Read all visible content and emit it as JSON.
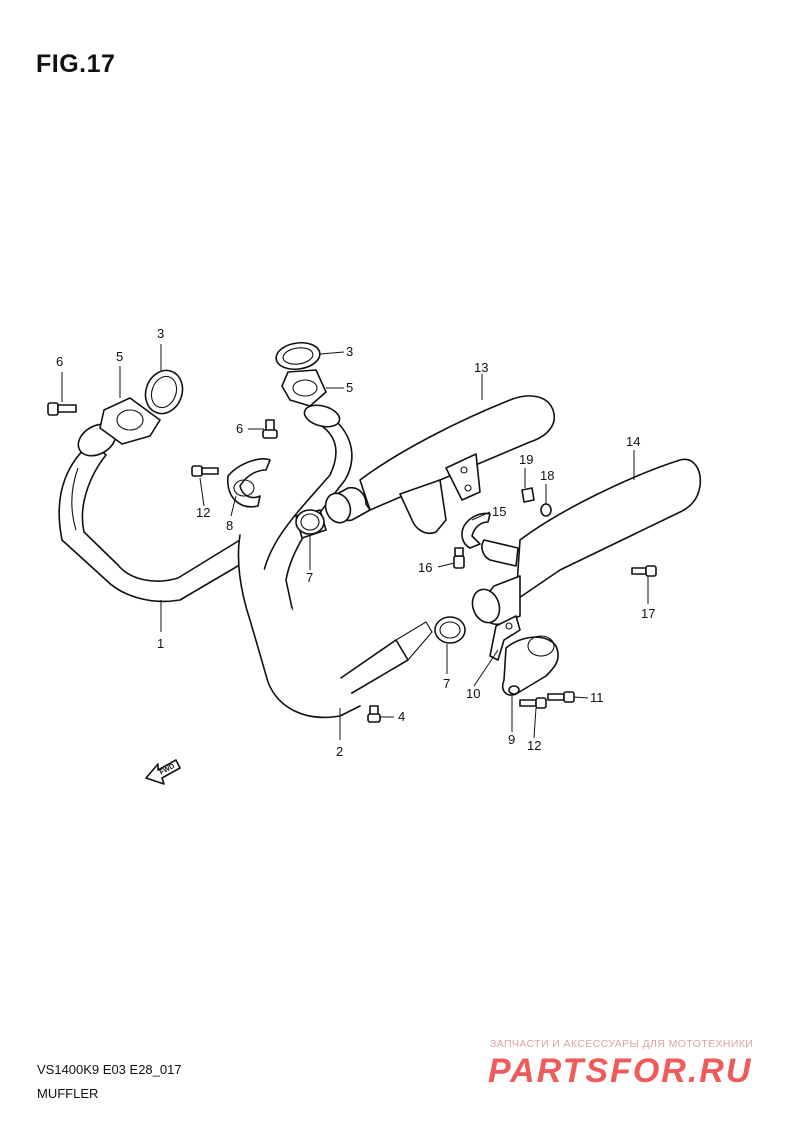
{
  "figure": {
    "title": "FIG.17"
  },
  "callouts": [
    {
      "id": "c1",
      "label": "1"
    },
    {
      "id": "c2",
      "label": "2"
    },
    {
      "id": "c3a",
      "label": "3"
    },
    {
      "id": "c3b",
      "label": "3"
    },
    {
      "id": "c4",
      "label": "4"
    },
    {
      "id": "c5a",
      "label": "5"
    },
    {
      "id": "c5b",
      "label": "5"
    },
    {
      "id": "c6a",
      "label": "6"
    },
    {
      "id": "c6b",
      "label": "6"
    },
    {
      "id": "c7a",
      "label": "7"
    },
    {
      "id": "c7b",
      "label": "7"
    },
    {
      "id": "c8",
      "label": "8"
    },
    {
      "id": "c9",
      "label": "9"
    },
    {
      "id": "c10",
      "label": "10"
    },
    {
      "id": "c11",
      "label": "11"
    },
    {
      "id": "c12a",
      "label": "12"
    },
    {
      "id": "c12b",
      "label": "12"
    },
    {
      "id": "c13",
      "label": "13"
    },
    {
      "id": "c14",
      "label": "14"
    },
    {
      "id": "c15",
      "label": "15"
    },
    {
      "id": "c16",
      "label": "16"
    },
    {
      "id": "c17",
      "label": "17"
    },
    {
      "id": "c18",
      "label": "18"
    },
    {
      "id": "c19",
      "label": "19"
    }
  ],
  "fwd_indicator": {
    "label": "FWD"
  },
  "footer": {
    "code": "VS1400K9 E03 E28_017",
    "name": "MUFFLER"
  },
  "watermark": {
    "tagline": "ЗАПЧАСТИ И АКСЕССУАРЫ ДЛЯ МОТОТЕХНИКИ",
    "logo": "PARTSFOR.RU",
    "color": "#ef5a5a"
  }
}
